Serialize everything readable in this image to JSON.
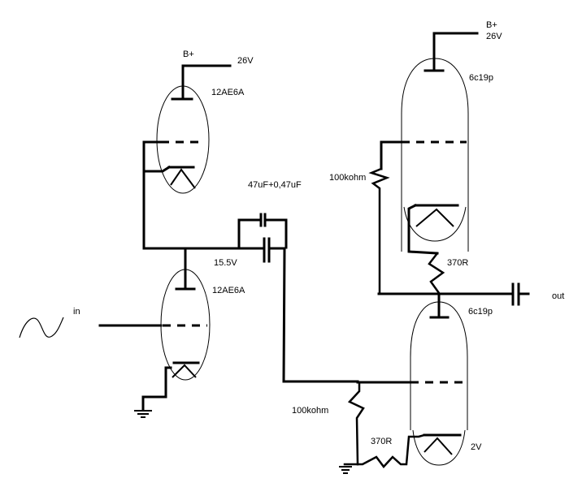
{
  "diagram": {
    "type": "vacuum tube amplifier schematic",
    "labels": {
      "bplus_left": "B+",
      "v26_left": "26V",
      "tube_top_left": "12AE6A",
      "tube_bottom_left": "12AE6A",
      "coupling_caps": "47uF+0,47uF",
      "node_voltage": "15.5V",
      "input": "in",
      "bplus_right": "B+",
      "v26_right": "26V",
      "tube_top_right": "6c19p",
      "tube_bottom_right": "6c19p",
      "r_grid_top": "100kohm",
      "r_cathode_top": "370R",
      "output": "out",
      "r_grid_bottom": "100kohm",
      "r_cathode_bottom": "370R",
      "cathode_voltage": "2V"
    },
    "components": [
      {
        "id": "V1",
        "kind": "triode",
        "model": "12AE6A",
        "position": "upper-left"
      },
      {
        "id": "V2",
        "kind": "triode",
        "model": "12AE6A",
        "position": "lower-left"
      },
      {
        "id": "V3",
        "kind": "triode",
        "model": "6c19p",
        "position": "upper-right"
      },
      {
        "id": "V4",
        "kind": "triode",
        "model": "6c19p",
        "position": "lower-right"
      },
      {
        "id": "C1",
        "kind": "capacitor-pair",
        "value": "47uF+0,47uF"
      },
      {
        "id": "R1",
        "kind": "resistor",
        "value": "100kohm"
      },
      {
        "id": "R2",
        "kind": "resistor",
        "value": "370R"
      },
      {
        "id": "R3",
        "kind": "resistor",
        "value": "100kohm"
      },
      {
        "id": "R4",
        "kind": "resistor",
        "value": "370R"
      },
      {
        "id": "C2",
        "kind": "capacitor",
        "value": "output coupling"
      }
    ]
  }
}
